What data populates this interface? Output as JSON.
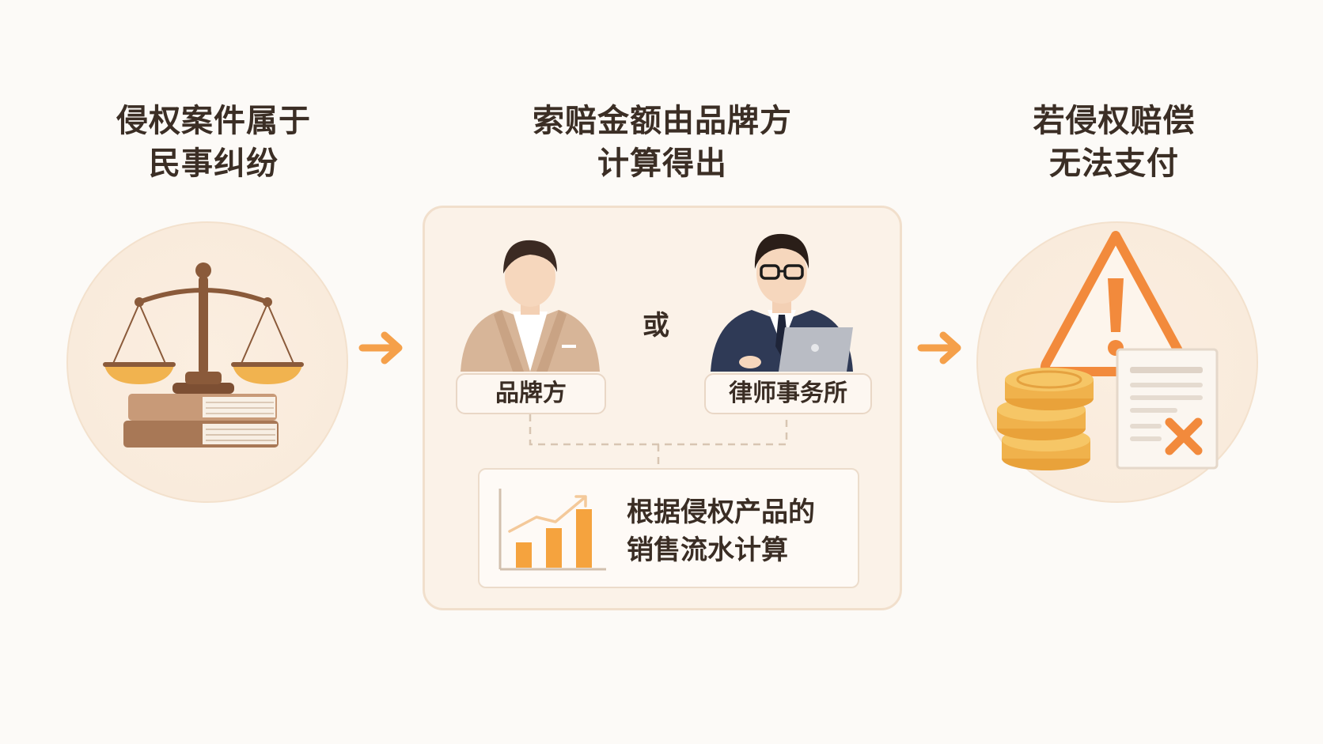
{
  "steps": [
    {
      "title_line1": "侵权案件属于",
      "title_line2": "民事纠纷",
      "icon": "scales-of-justice-icon"
    },
    {
      "title_line1": "索赔金额由品牌方",
      "title_line2": "计算得出",
      "party_a": "品牌方",
      "or": "或",
      "party_b": "律师事务所",
      "calc_line1": "根据侵权产品的",
      "calc_line2": "销售流水计算"
    },
    {
      "title_line1": "若侵权赔偿",
      "title_line2": "无法支付",
      "icon": "warning-coins-icon"
    }
  ],
  "colors": {
    "accent": "#f5a04a",
    "orange": "#f28a3c",
    "gold": "#f1b34f",
    "wood": "#8a5a3a",
    "text": "#3a2d24",
    "circle_bg": "#faecdc",
    "panel_bg": "#fbf2e8"
  }
}
